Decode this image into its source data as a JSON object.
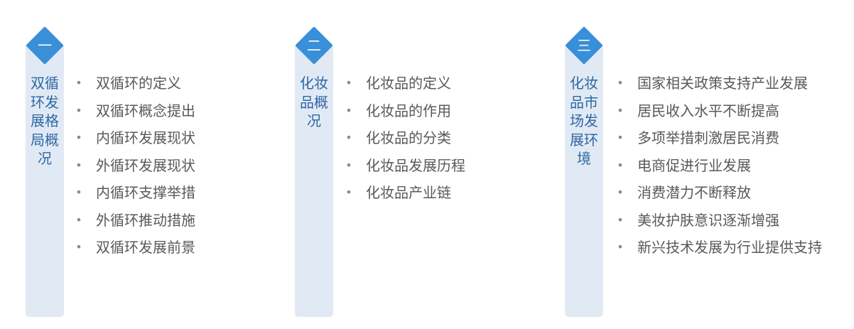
{
  "sections": [
    {
      "numeral": "一",
      "title": "双循环发展格局概况",
      "items": [
        "双循环的定义",
        "双循环概念提出",
        "内循环发展现状",
        "外循环发展现状",
        "内循环支撑举措",
        "外循环推动措施",
        "双循环发展前景"
      ]
    },
    {
      "numeral": "二",
      "title": "化妆品概况",
      "items": [
        "化妆品的定义",
        "化妆品的作用",
        "化妆品的分类",
        "化妆品发展历程",
        "化妆品产业链"
      ]
    },
    {
      "numeral": "三",
      "title": "化妆品市场发展环境",
      "items": [
        "国家相关政策支持产业发展",
        "居民收入水平不断提高",
        "多项举措刺激居民消费",
        "电商促进行业发展",
        "消费潜力不断释放",
        "美妆护肤意识逐渐增强",
        "新兴技术发展为行业提供支持"
      ]
    }
  ],
  "colors": {
    "accent": "#3a8fd9",
    "bar": "#e1eaf4",
    "title_text": "#2f67a6",
    "item_text": "#595959"
  }
}
